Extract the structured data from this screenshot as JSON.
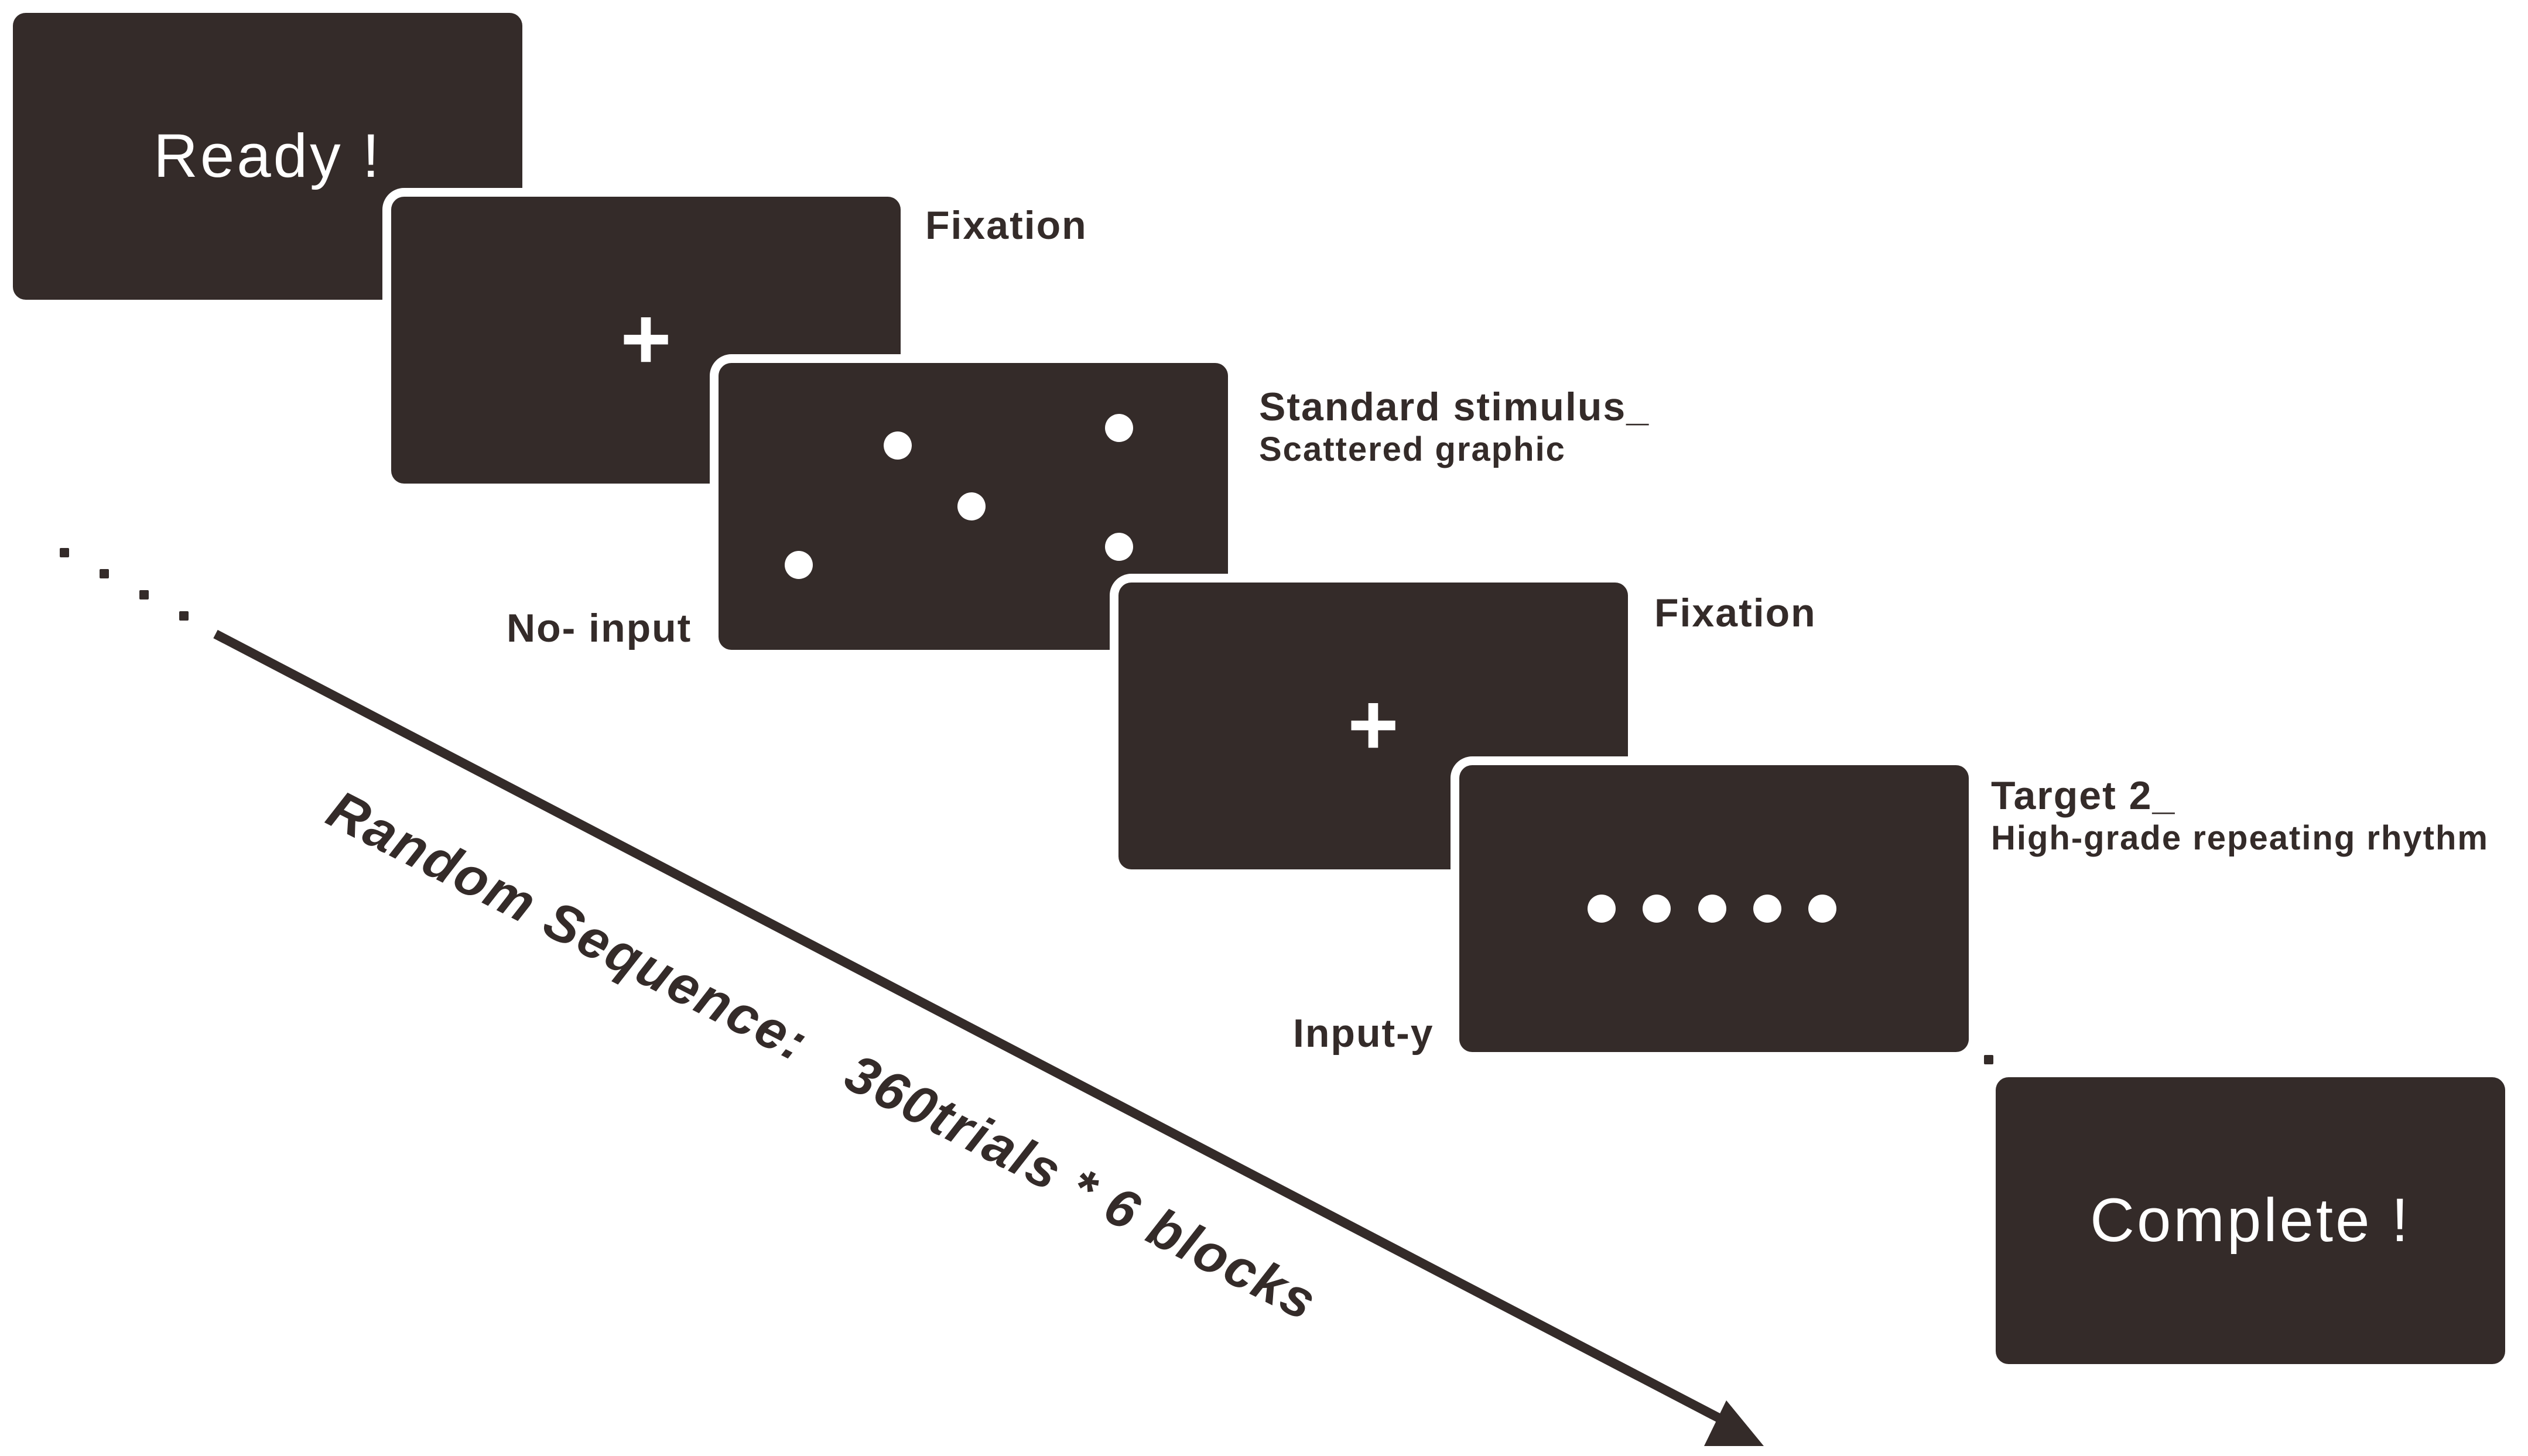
{
  "screens": {
    "ready": {
      "text": "Ready !"
    },
    "fixation1": {
      "symbol": "+",
      "label": "Fixation"
    },
    "standard": {
      "label": "Standard stimulus_",
      "sublabel": "Scattered graphic",
      "response": "No- input"
    },
    "fixation2": {
      "symbol": "+",
      "label": "Fixation"
    },
    "target": {
      "label": "Target 2_",
      "sublabel": "High-grade repeating rhythm",
      "response": "Input-y"
    },
    "complete": {
      "text": "Complete !"
    }
  },
  "sequence": {
    "text": "Random Sequence:   360trials * 6 blocks"
  },
  "colors": {
    "screen": "#342b29",
    "foreground": "#ffffff",
    "text": "#342b29"
  }
}
